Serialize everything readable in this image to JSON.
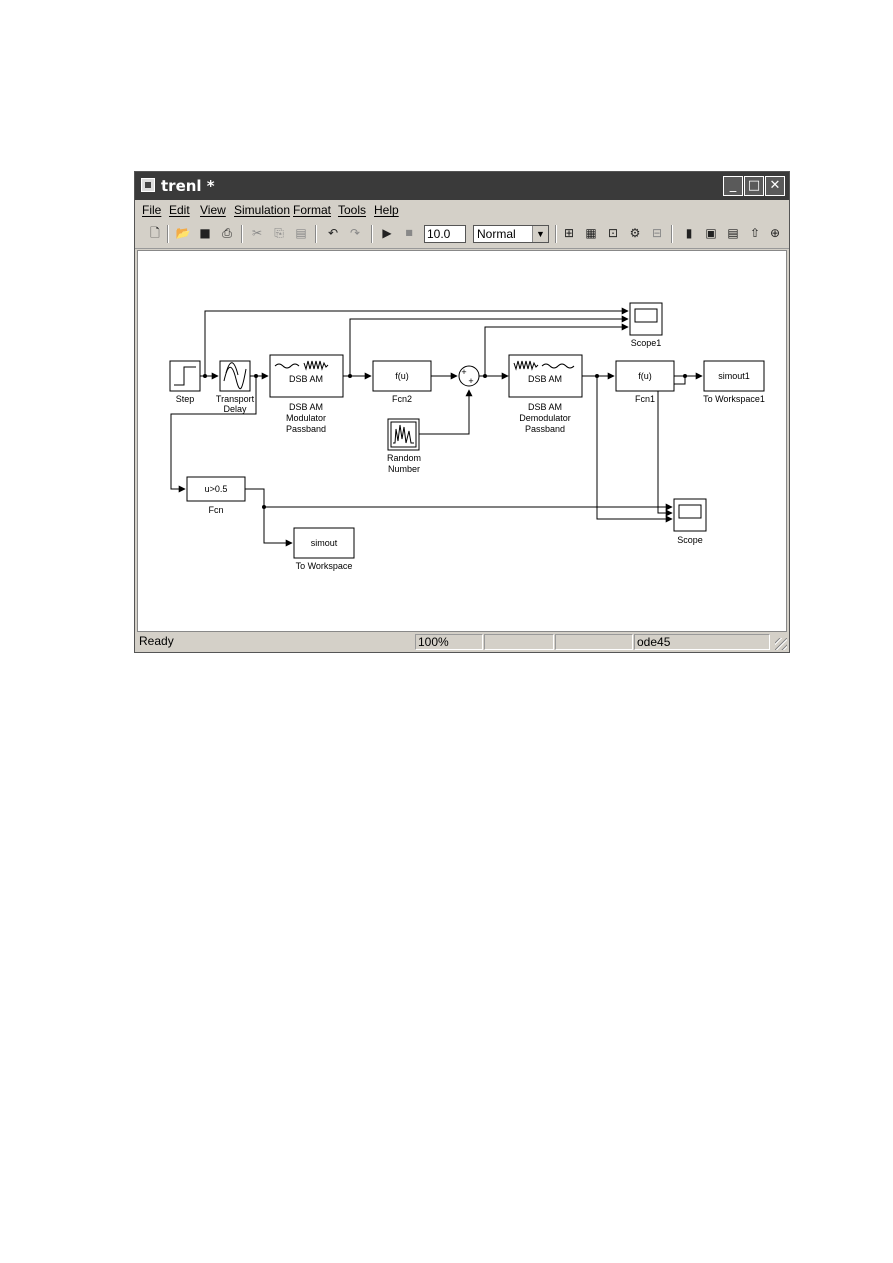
{
  "window": {
    "title": "trenl *",
    "controls": {
      "minimize": "_",
      "maximize": "□",
      "close": "✕"
    }
  },
  "menu": [
    {
      "label": "File"
    },
    {
      "label": "Edit"
    },
    {
      "label": "View"
    },
    {
      "label": "Simulation"
    },
    {
      "label": "Format"
    },
    {
      "label": "Tools"
    },
    {
      "label": "Help"
    }
  ],
  "toolbar": {
    "stop_time": "10.0",
    "sim_mode": "Normal",
    "icons": [
      "new-file-icon",
      "open-icon",
      "save-icon",
      "print-icon",
      "cut-icon",
      "copy-icon",
      "paste-icon",
      "undo-icon",
      "redo-icon",
      "play-icon",
      "stop-icon",
      "library-browser-icon",
      "model-explorer-icon",
      "debugger-icon",
      "model-advisor-icon",
      "build-icon",
      "block-icon",
      "library-icon",
      "up-arrow-icon",
      "globe-icon"
    ]
  },
  "blocks": {
    "step": {
      "label": "Step"
    },
    "transport_delay": {
      "label_line1": "Transport",
      "label_line2": "Delay"
    },
    "modulator": {
      "text": "DSB AM",
      "label_line1": "DSB AM",
      "label_line2": "Modulator",
      "label_line3": "Passband"
    },
    "fcn2": {
      "text": "f(u)",
      "label": "Fcn2"
    },
    "sum": {
      "sign1": "+",
      "sign2": "+"
    },
    "random": {
      "label_line1": "Random",
      "label_line2": "Number"
    },
    "demodulator": {
      "text": "DSB AM",
      "label_line1": "DSB AM",
      "label_line2": "Demodulator",
      "label_line3": "Passband"
    },
    "fcn1": {
      "text": "f(u)",
      "label": "Fcn1"
    },
    "simout1": {
      "text": "simout1",
      "label": "To Workspace1"
    },
    "scope1": {
      "label": "Scope1"
    },
    "fcn": {
      "text": "u>0.5",
      "label": "Fcn"
    },
    "simout": {
      "text": "simout",
      "label": "To Workspace"
    },
    "scope": {
      "label": "Scope"
    }
  },
  "status": {
    "state": "Ready",
    "zoom": "100%",
    "solver": "ode45"
  }
}
